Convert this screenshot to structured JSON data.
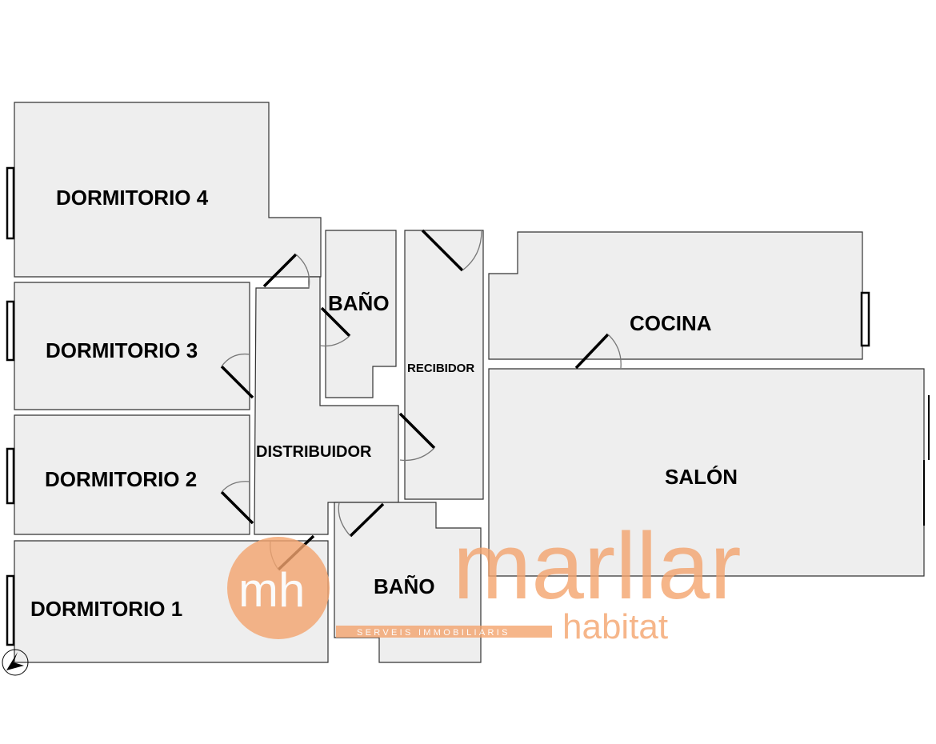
{
  "rooms": {
    "dormitorio4": "DORMITORIO 4",
    "dormitorio3": "DORMITORIO 3",
    "dormitorio2": "DORMITORIO 2",
    "dormitorio1": "DORMITORIO 1",
    "bano_top": "BAÑO",
    "bano_bottom": "BAÑO",
    "recibidor": "RECIBIDOR",
    "distribuidor": "DISTRIBUIDOR",
    "cocina": "COCINA",
    "salon": "SALÓN"
  },
  "watermark": {
    "monogram": "mh",
    "brand": "marllar",
    "sub": "habitat",
    "tagline": "SERVEIS IMMOBILIARIS",
    "color": "#f4a46e"
  },
  "icons": {
    "compass": "north-arrow-icon"
  }
}
